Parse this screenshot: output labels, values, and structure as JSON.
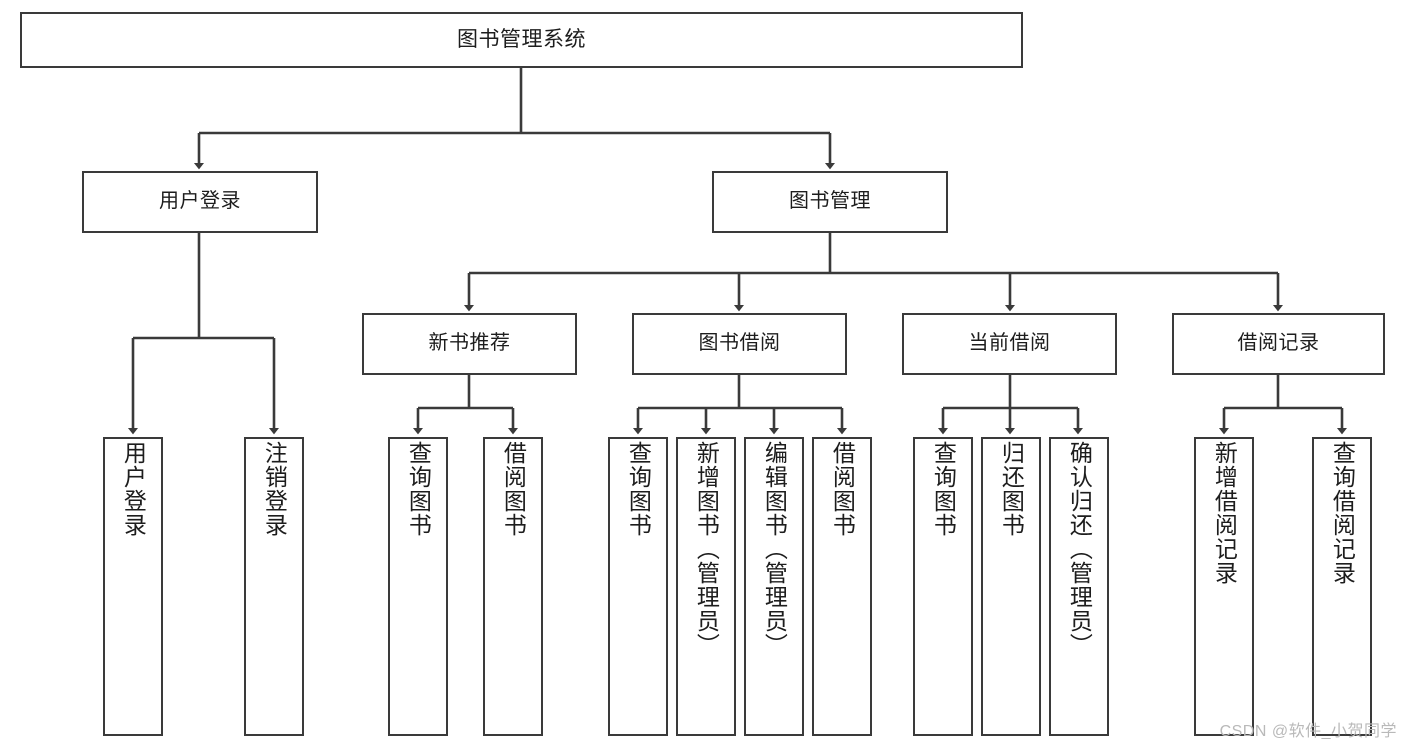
{
  "diagram": {
    "title": "图书管理系统",
    "type": "tree",
    "stroke_color": "#3a3a3a",
    "text_color": "#1d1d1d",
    "background": "#ffffff",
    "nodes": {
      "root": {
        "label": "图书管理系统"
      },
      "level1": [
        {
          "id": "user-login",
          "label": "用户登录"
        },
        {
          "id": "book-manage",
          "label": "图书管理"
        }
      ],
      "level2": [
        {
          "id": "new-book-rec",
          "label": "新书推荐",
          "parent": "book-manage"
        },
        {
          "id": "book-borrow",
          "label": "图书借阅",
          "parent": "book-manage"
        },
        {
          "id": "current-borrow",
          "label": "当前借阅",
          "parent": "book-manage"
        },
        {
          "id": "borrow-record",
          "label": "借阅记录",
          "parent": "book-manage"
        }
      ],
      "leaves": {
        "user-login": [
          {
            "id": "leaf-user-login",
            "label": "用户登录"
          },
          {
            "id": "leaf-logout",
            "label": "注销登录"
          }
        ],
        "new-book-rec": [
          {
            "id": "leaf-query-book-1",
            "label": "查询图书"
          },
          {
            "id": "leaf-borrow-book-1",
            "label": "借阅图书"
          }
        ],
        "book-borrow": [
          {
            "id": "leaf-query-book-2",
            "label": "查询图书"
          },
          {
            "id": "leaf-add-book",
            "label": "新增图书（管理员）"
          },
          {
            "id": "leaf-edit-book",
            "label": "编辑图书（管理员）"
          },
          {
            "id": "leaf-borrow-book-2",
            "label": "借阅图书"
          }
        ],
        "current-borrow": [
          {
            "id": "leaf-query-book-3",
            "label": "查询图书"
          },
          {
            "id": "leaf-return-book",
            "label": "归还图书"
          },
          {
            "id": "leaf-confirm-return",
            "label": "确认归还（管理员）"
          }
        ],
        "borrow-record": [
          {
            "id": "leaf-add-record",
            "label": "新增借阅记录"
          },
          {
            "id": "leaf-query-record",
            "label": "查询借阅记录"
          }
        ]
      }
    },
    "watermark": "CSDN @软件_小贺同学"
  }
}
